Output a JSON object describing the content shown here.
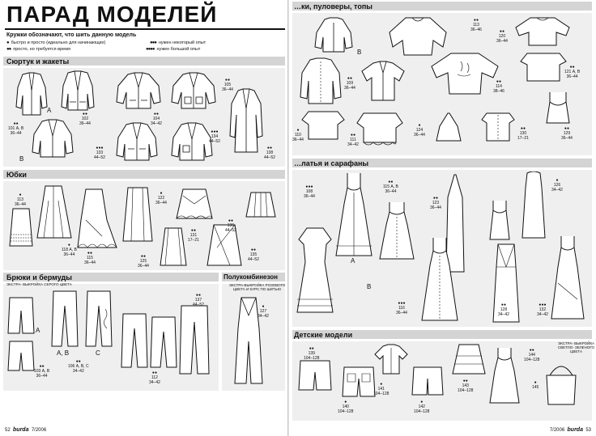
{
  "left": {
    "title": "ПАРАД МОДЕЛЕЙ",
    "intro": "Кружки обозначают, что шить данную модель",
    "legend": [
      {
        "dots": "●",
        "text": "быстро и просто (идеально для начинающих)"
      },
      {
        "dots": "●●",
        "text": "просто, но требуется время"
      },
      {
        "dots": "●●●",
        "text": "нужен некоторый опыт"
      },
      {
        "dots": "●●●●",
        "text": "нужен большой опыт"
      }
    ],
    "sections": {
      "jackets": "Сюртук и жакеты",
      "skirts": "Юбки",
      "trousers": "Брюки и бермуды",
      "jumpsuit": "Полукомбинезон"
    },
    "jackets": [
      {
        "code": "●●\n105\n36–44"
      },
      {
        "code": "●●\n102\n36–44"
      },
      {
        "code": "●●\n104\n34–42"
      },
      {
        "code": "●●\n101 А, В\n36–44"
      },
      {
        "code": "●●●\n133\n44–52"
      },
      {
        "code": "●●●\n134\n44–52"
      },
      {
        "code": "●●\n138\n44–52"
      }
    ],
    "skirts": [
      {
        "code": "●\n113\n36–44"
      },
      {
        "code": "●\n118 А, В\n36–44"
      },
      {
        "code": "●●\n115\n36–44"
      },
      {
        "code": "●\n122\n36–44"
      },
      {
        "code": "●●\n131\n17–21"
      },
      {
        "code": "●●\n125\n36–44"
      },
      {
        "code": "●●\n136\n44–52"
      },
      {
        "code": "●●\n135\n44–52"
      }
    ],
    "trousers": [
      {
        "code": "●●\n103 А, В\n36–44"
      },
      {
        "code": "●●\n106 А, В, С\n34–42"
      },
      {
        "code": "●●\n137\n44–52"
      },
      {
        "code": "●●\n112\n34–42"
      }
    ],
    "jumpsuit": {
      "code": "●\n127\n34–42"
    },
    "notes": {
      "trousers": "ЭКСТРА-\nВЫКРОЙКА\nСЕРОГО ЦВЕТА",
      "jumpsuit": "ЭКСТРА-ВЫКРОЙКА РОЗОВОГО\nЦВЕТА И КУРС ПО ШИТЬЮ"
    },
    "letters": [
      "А",
      "В",
      "А",
      "А, В",
      "С"
    ],
    "footer": {
      "page": "52",
      "brand": "burda",
      "issue": "7/2006"
    }
  },
  "right": {
    "sections": {
      "tops": "…ки, пуловеры, топы",
      "dresses": "…латья и сарафаны",
      "kids": "Детские модели"
    },
    "tops": [
      {
        "code": "●●\n113\n36–46"
      },
      {
        "code": "●●\n120\n36–44"
      },
      {
        "code": "●●\n109\n36–44"
      },
      {
        "code": "●●\n114\n38–46"
      },
      {
        "code": "●●\n121 А, В\n36–44"
      },
      {
        "code": "●\n110\n36–44"
      },
      {
        "code": "●●\n111\n34–42"
      },
      {
        "code": "●\n124\n36–44"
      },
      {
        "code": "●●\n130\n17–21"
      },
      {
        "code": "●●\n129\n36–44"
      }
    ],
    "dresses": [
      {
        "code": "●●●\n108\n36–44"
      },
      {
        "code": "●●\n115 А, В\n36–44"
      },
      {
        "code": "●●\n123\n36–44"
      },
      {
        "code": "●\n126\n34–42"
      },
      {
        "code": "●●●\n116\n36–44"
      },
      {
        "code": "●●\n128\n34–42"
      },
      {
        "code": "●●●\n132\n34–42"
      }
    ],
    "kids": [
      {
        "code": "●●\n139\n104–128"
      },
      {
        "code": "●\n141\n104–128"
      },
      {
        "code": "●\n140\n104–128"
      },
      {
        "code": "●\n142\n104–128"
      },
      {
        "code": "●●\n143\n104–128"
      },
      {
        "code": "●●\n144\n104–128"
      },
      {
        "code": "●\n145"
      }
    ],
    "notes": {
      "kids": "ЭКСТРА-\nВЫКРОЙКА\nСВЕТЛО-\nЗЕЛЕНОГО ЦВЕТА"
    },
    "letters": [
      "В",
      "В",
      "А",
      "В"
    ],
    "footer": {
      "issue": "7/2006",
      "brand": "burda",
      "page": "53"
    }
  }
}
